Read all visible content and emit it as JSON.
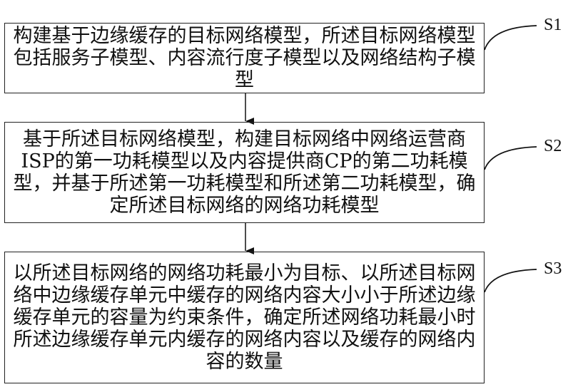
{
  "steps": [
    {
      "id": "S1",
      "text": "构建基于边缘缓存的目标网络模型，所述目标网络模型包括服务子模型、内容流行度子模型以及网络结构子模型"
    },
    {
      "id": "S2",
      "text": "基于所述目标网络模型，构建目标网络中网络运营商ISP的第一功耗模型以及内容提供商CP的第二功耗模型，并基于所述第一功耗模型和所述第二功耗模型，确定所述目标网络的网络功耗模型"
    },
    {
      "id": "S3",
      "text": "以所述目标网络的网络功耗最小为目标、以所述目标网络中边缘缓存单元中缓存的网络内容大小小于所述边缘缓存单元的容量为约束条件，确定所述网络功耗最小时所述边缘缓存单元内缓存的网络内容以及缓存的网络内容的数量"
    }
  ]
}
